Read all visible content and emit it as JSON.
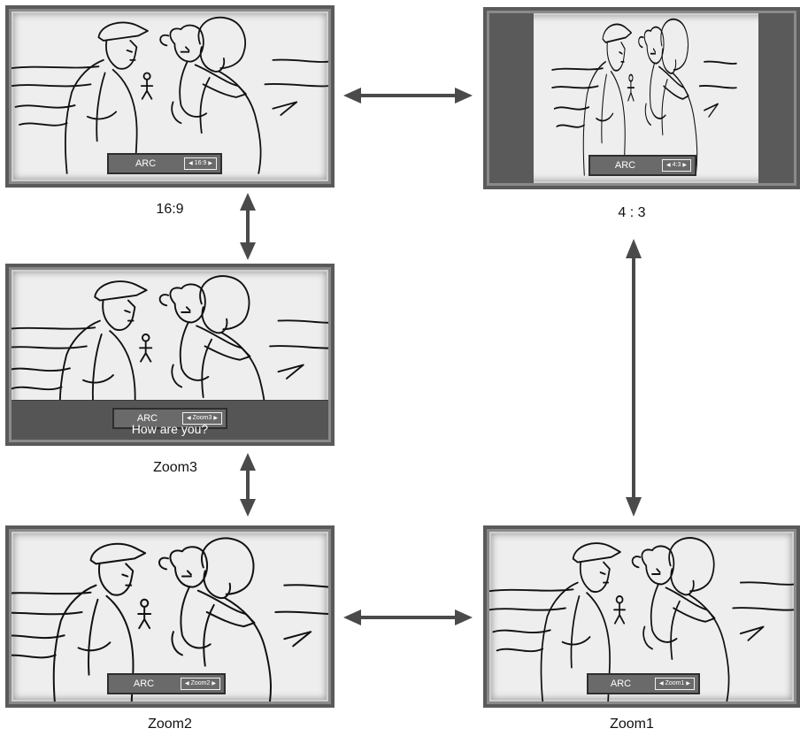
{
  "osd": {
    "arc_label": "ARC"
  },
  "screens": {
    "s169": {
      "caption": "16:9",
      "arc_value": "16:9"
    },
    "s43": {
      "caption": "4 : 3",
      "arc_value": "4:3"
    },
    "zoom3": {
      "caption": "Zoom3",
      "arc_value": "Zoom3",
      "subtitle": "How are you?"
    },
    "zoom2": {
      "caption": "Zoom2",
      "arc_value": "Zoom2"
    },
    "zoom1": {
      "caption": "Zoom1",
      "arc_value": "Zoom1"
    }
  },
  "colors": {
    "bezel": "#5a5a5a",
    "picture_bg": "#eeeeee",
    "osd_bg": "#6a6a6a",
    "arrow": "#4a4a4a"
  }
}
